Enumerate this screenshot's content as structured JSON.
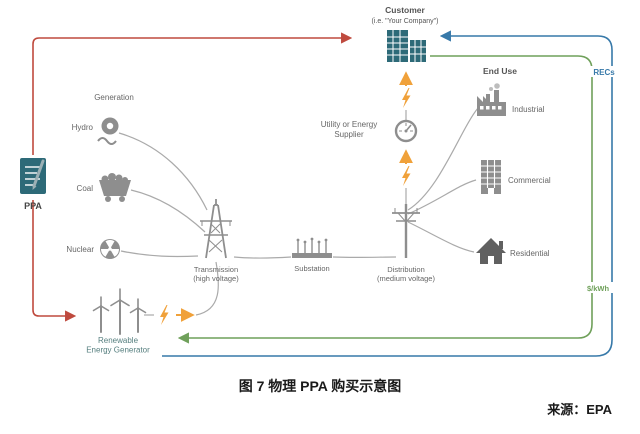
{
  "caption": "图 7 物理 PPA 购买示意图",
  "source": "来源：EPA",
  "colors": {
    "teal": "#2d6a78",
    "icon_gray": "#8e8e8e",
    "dark_gray": "#606060",
    "label_gray": "#666666",
    "ppa_red": "#bf4a3e",
    "energy_orange": "#f0a13a",
    "money_green": "#6fa05a",
    "recs_blue": "#3779a9"
  },
  "diagram": {
    "customer": {
      "line1": "Customer",
      "line2": "(i.e. \"Your Company\")"
    },
    "ppa_label": "PPA",
    "generation_header": "Generation",
    "hydro_label": "Hydro",
    "coal_label": "Coal",
    "nuclear_label": "Nuclear",
    "renewable": {
      "line1": "Renewable",
      "line2": "Energy Generator"
    },
    "transmission": {
      "line1": "Transmission",
      "line2": "(high voltage)"
    },
    "substation_label": "Substation",
    "distribution": {
      "line1": "Distribution",
      "line2": "(medium voltage)"
    },
    "utility": {
      "line1": "Utility or Energy",
      "line2": "Supplier"
    },
    "end_use_header": "End Use",
    "industrial_label": "Industrial",
    "commercial_label": "Commercial",
    "residential_label": "Residential",
    "recs_label": "RECs",
    "price_label": "$/kWh"
  }
}
